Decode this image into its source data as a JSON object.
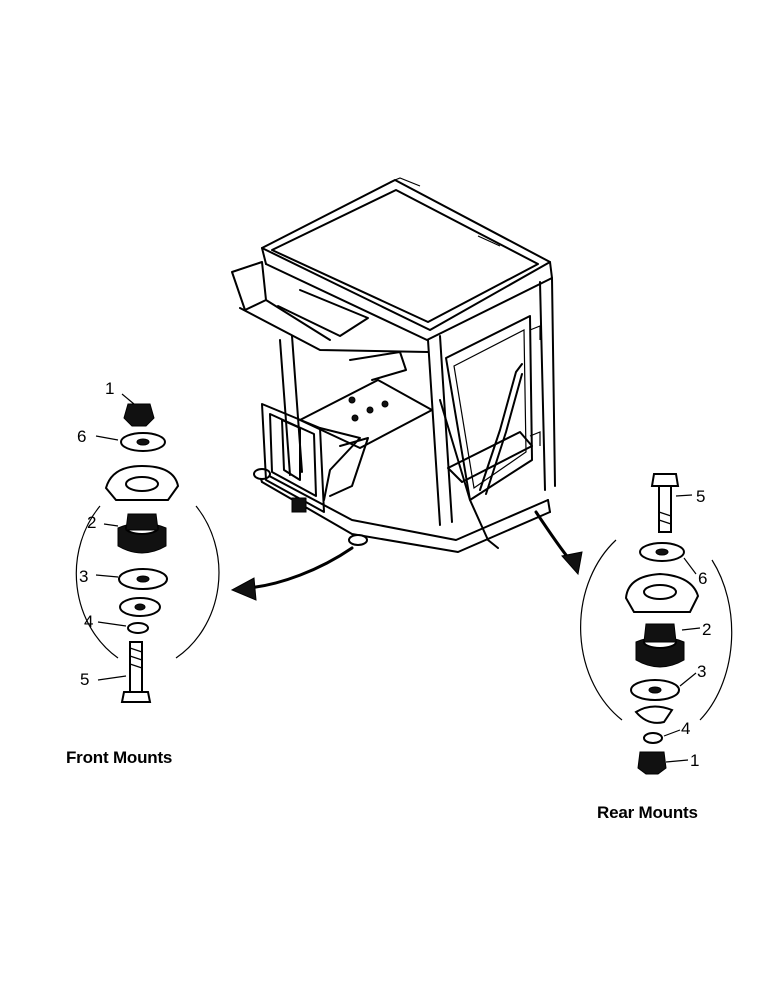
{
  "front": {
    "caption": "Front Mounts",
    "callouts": [
      {
        "id": "front-callout-1",
        "text": "1"
      },
      {
        "id": "front-callout-6",
        "text": "6"
      },
      {
        "id": "front-callout-2",
        "text": "2"
      },
      {
        "id": "front-callout-3",
        "text": "3"
      },
      {
        "id": "front-callout-4",
        "text": "4"
      },
      {
        "id": "front-callout-5",
        "text": "5"
      }
    ]
  },
  "rear": {
    "caption": "Rear Mounts",
    "callouts": [
      {
        "id": "rear-callout-5",
        "text": "5"
      },
      {
        "id": "rear-callout-6",
        "text": "6"
      },
      {
        "id": "rear-callout-2",
        "text": "2"
      },
      {
        "id": "rear-callout-3",
        "text": "3"
      },
      {
        "id": "rear-callout-4",
        "text": "4"
      },
      {
        "id": "rear-callout-1",
        "text": "1"
      }
    ]
  }
}
